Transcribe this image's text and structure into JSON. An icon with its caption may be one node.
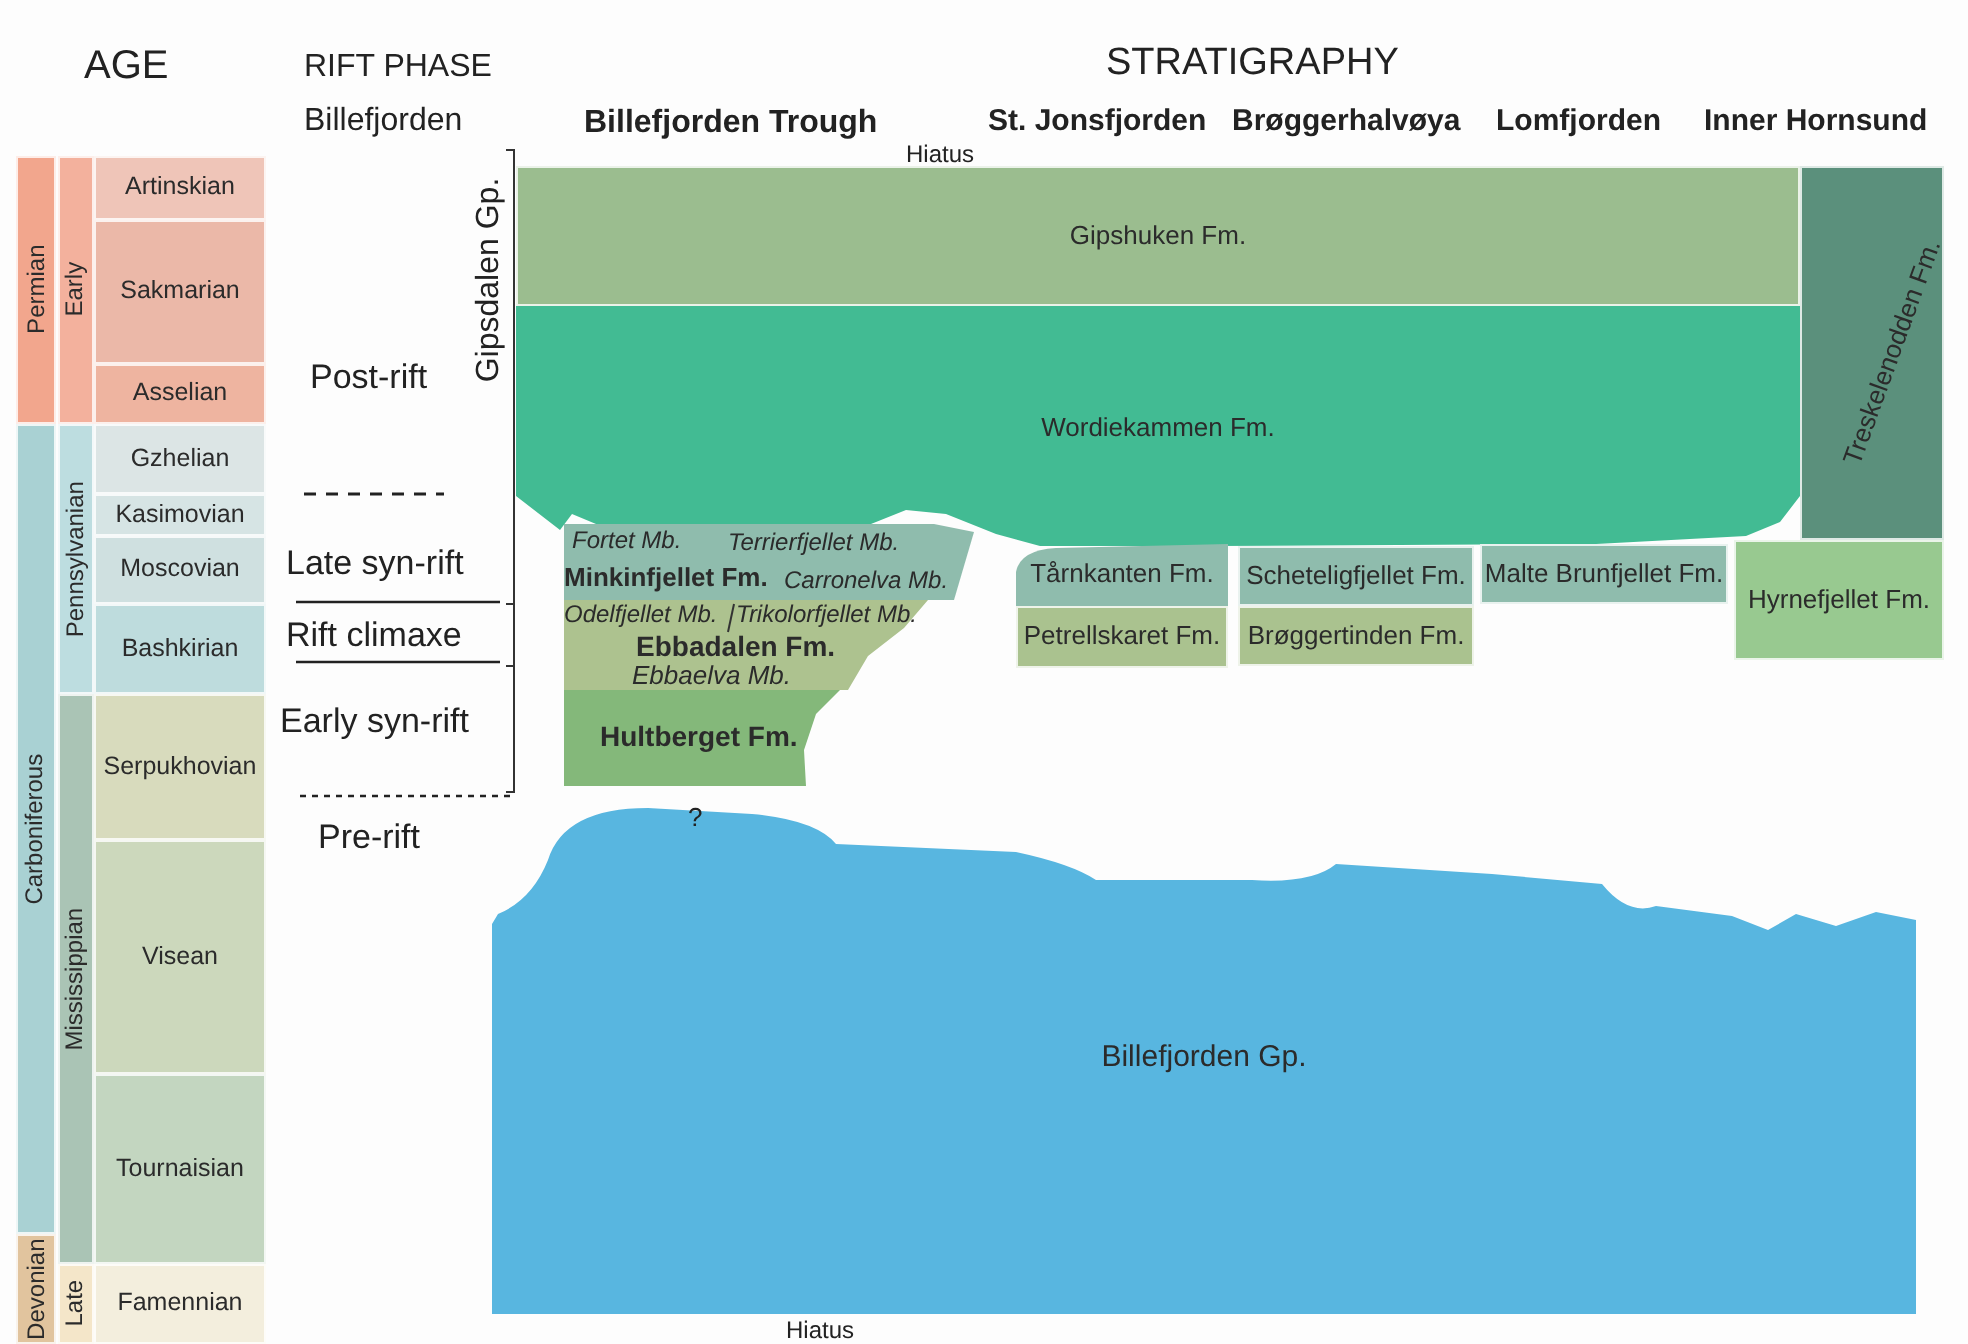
{
  "diagram": {
    "nodes": [
      {
        "text": [
          "Permian"
        ]
      },
      {
        "text": [
          "Carboniferous"
        ]
      },
      {
        "text": [
          "Devonian"
        ]
      },
      {
        "text": [
          "Early"
        ]
      },
      {
        "text": [
          "Pennsylvanian"
        ]
      },
      {
        "text": [
          "Mississippian"
        ]
      },
      {
        "text": [
          "Late"
        ]
      },
      {
        "text": [
          "Artinskian"
        ]
      },
      {
        "text": [
          "Sakmarian"
        ]
      },
      {
        "text": [
          "Asselian"
        ]
      },
      {
        "text": [
          "Gzhelian"
        ]
      },
      {
        "text": [
          "Kasimovian"
        ]
      },
      {
        "text": [
          "Moscovian"
        ]
      },
      {
        "text": [
          "Bashkirian"
        ]
      },
      {
        "text": [
          "Serpukhovian"
        ]
      },
      {
        "text": [
          "Visean"
        ]
      },
      {
        "text": [
          "Tournaisian"
        ]
      },
      {
        "text": [
          "Famennian"
        ]
      },
      {
        "text": [
          "Gipshuken Fm."
        ]
      },
      {
        "text": [
          "Treskelenodden Fm."
        ]
      },
      {
        "text": [
          "Wordiekammen Fm."
        ]
      },
      {
        "text": [
          "Fortet Mb.",
          "Minkinfjellet Fm.",
          "Terrierfjellet Mb.",
          "Carronelva Mb."
        ]
      },
      {
        "text": [
          "Odelfjellet Mb.",
          "Trikolorfjellet Mb.",
          "Ebbadalen Fm.",
          "Ebbaelva Mb."
        ]
      },
      {
        "text": [
          "Hultberget Fm."
        ]
      },
      {
        "text": [
          "Tårnkanten Fm."
        ]
      },
      {
        "text": [
          "Petrellskaret Fm."
        ]
      },
      {
        "text": [
          "Scheteligfjellet Fm."
        ]
      },
      {
        "text": [
          "Brøggertinden Fm."
        ]
      },
      {
        "text": [
          "Malte Brunfjellet Fm."
        ]
      },
      {
        "text": [
          "Hyrnefjellet Fm."
        ]
      },
      {
        "text": [
          "Billefjorden Gp."
        ]
      }
    ],
    "labels": [
      "AGE",
      "RIFT PHASE",
      "Billefjorden",
      "STRATIGRAPHY",
      "Billefjorden Trough",
      "St. Jonsfjorden",
      "Brøggerhalvøya",
      "Lomfjorden",
      "Inner Hornsund",
      "Hiatus",
      "Gipsdalen Gp.",
      "Post-rift",
      "Late syn-rift",
      "Rift climaxe",
      "Early syn-rift",
      "Pre-rift",
      "?",
      "Hiatus"
    ]
  }
}
